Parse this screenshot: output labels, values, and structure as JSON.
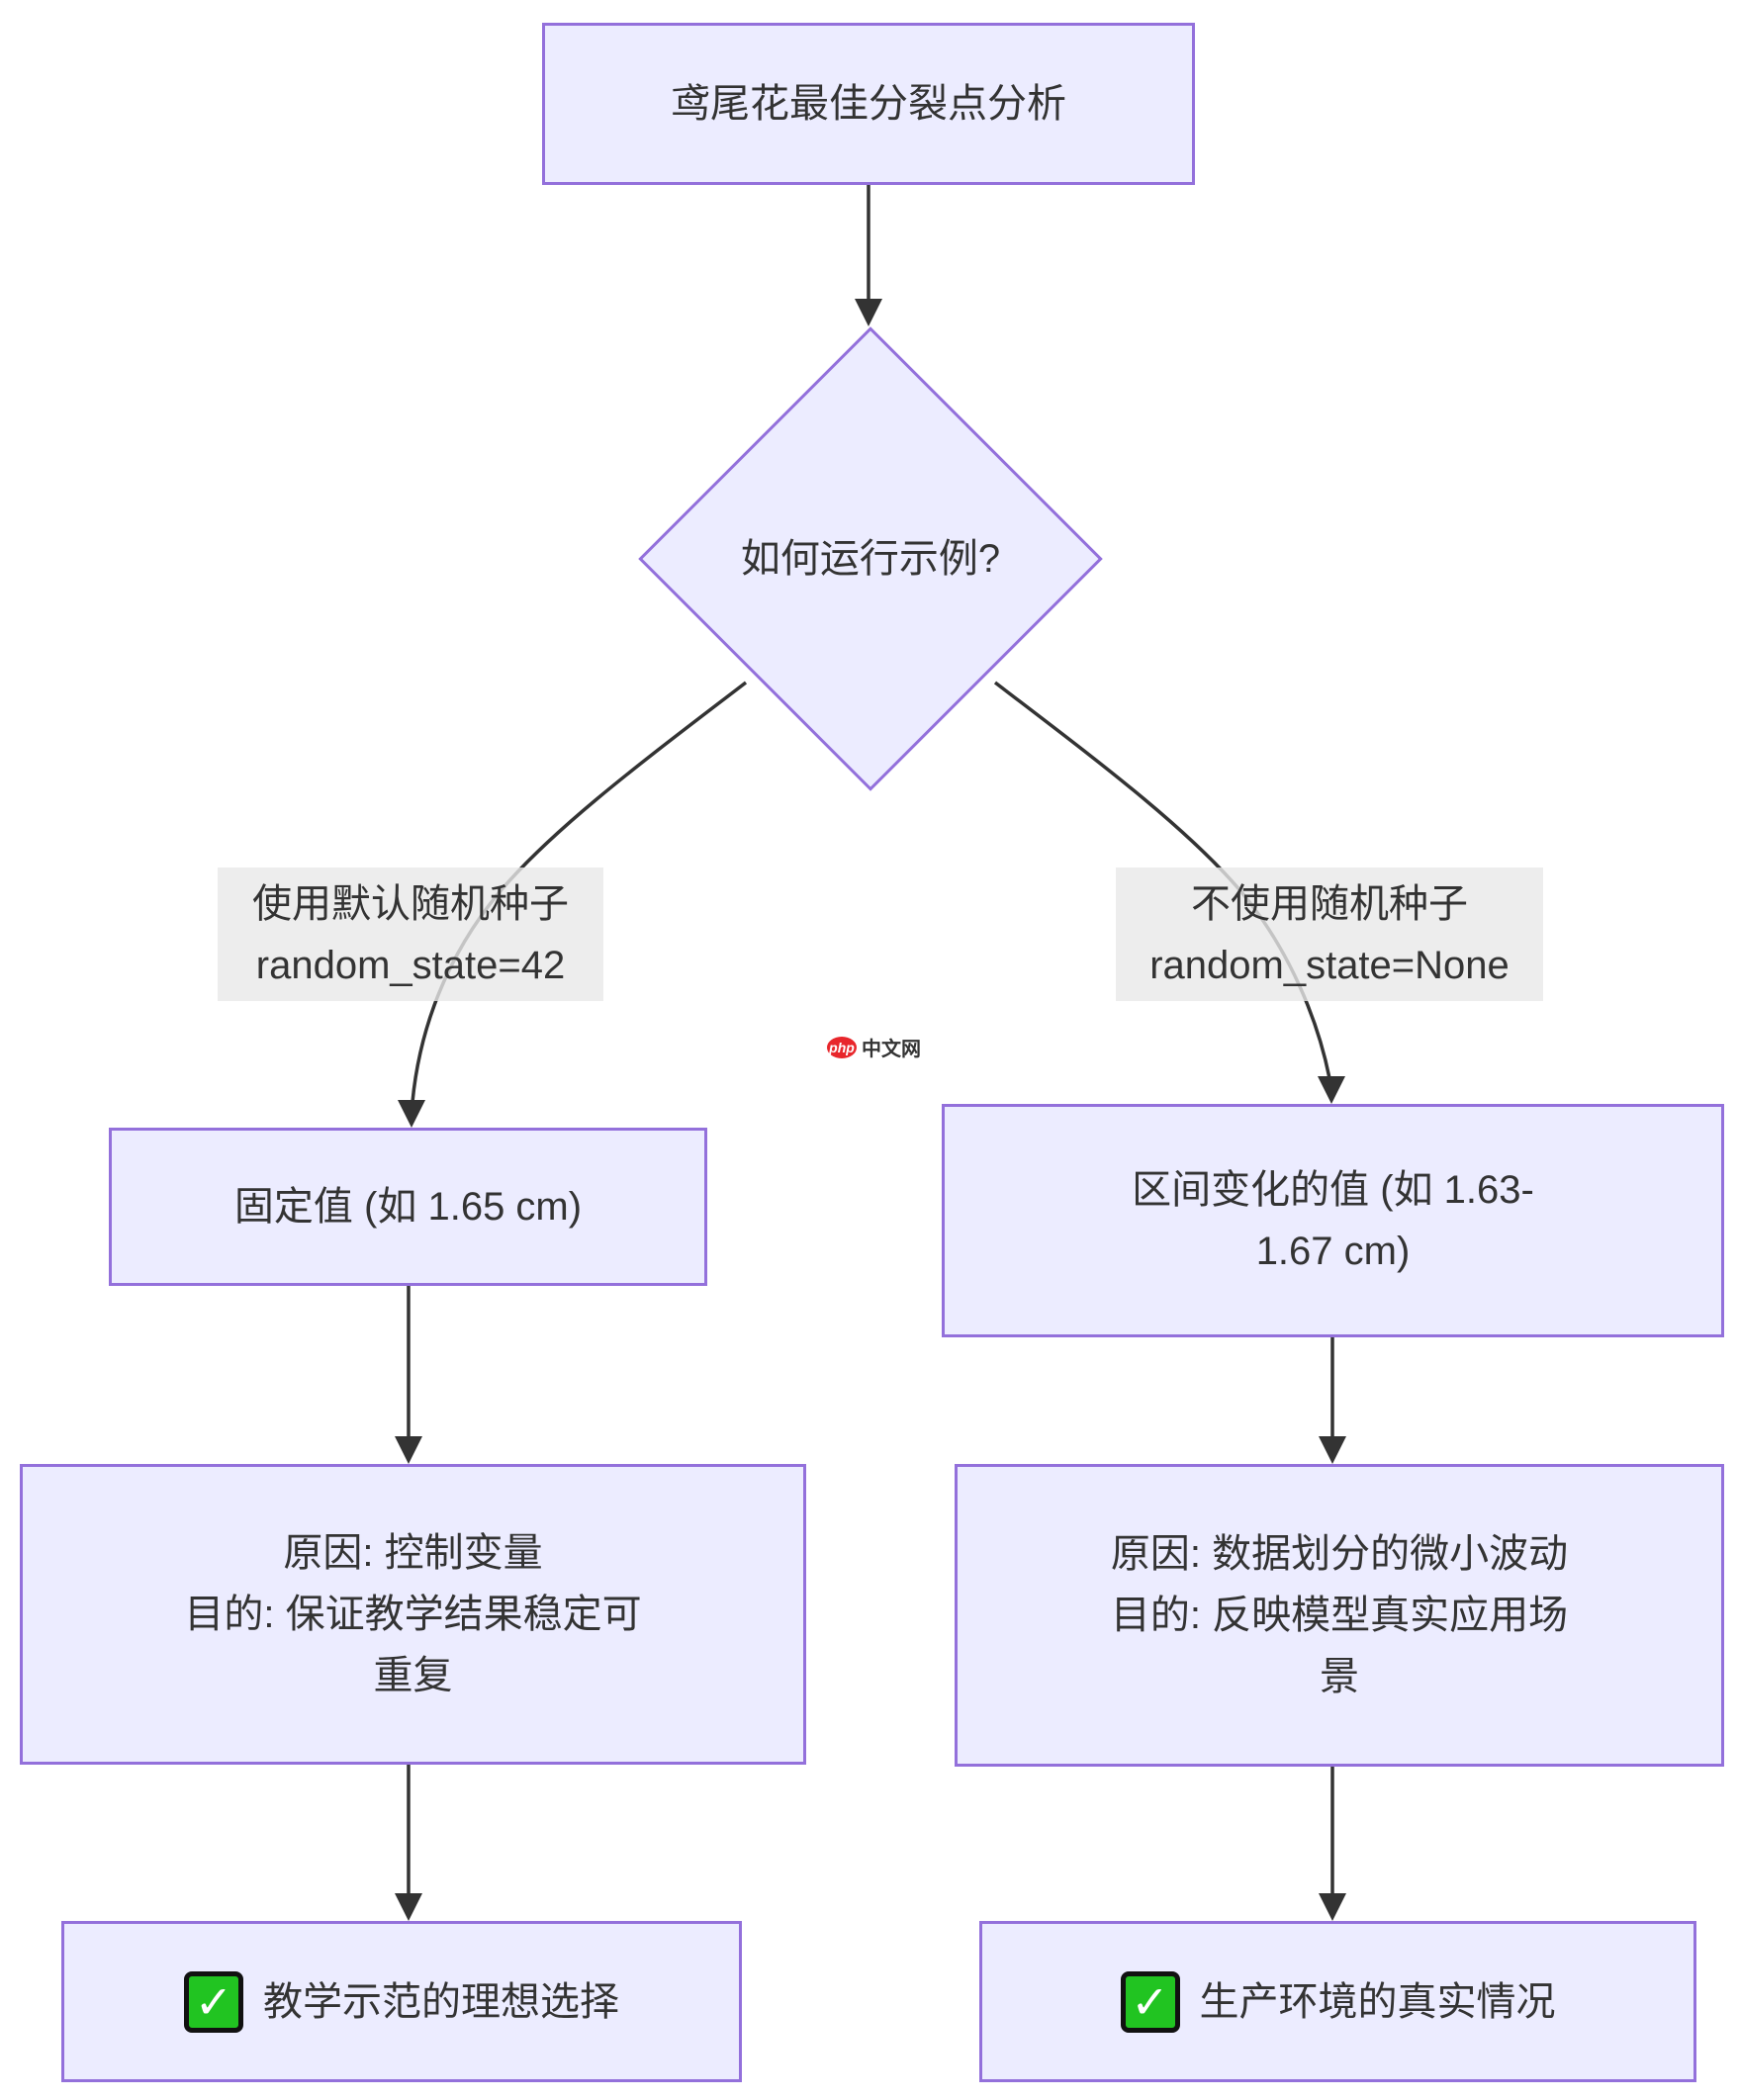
{
  "colors": {
    "node_fill": "#ECECFF",
    "node_border": "#9370DB",
    "edge_line": "#333333",
    "edge_label_bg": "#e8e8e8",
    "text": "#333333",
    "check_green": "#21c421",
    "watermark_red": "#e8262b"
  },
  "nodes": {
    "title": {
      "label": "鸢尾花最佳分裂点分析"
    },
    "decision": {
      "label": "如何运行示例?"
    },
    "left_value": {
      "lines": [
        "固定值 (如 1.65 cm)"
      ]
    },
    "right_value": {
      "lines": [
        "区间变化的值 (如 1.63-",
        "1.67 cm)"
      ]
    },
    "left_reason": {
      "lines": [
        "原因: 控制变量",
        "目的: 保证教学结果稳定可",
        "重复"
      ]
    },
    "right_reason": {
      "lines": [
        "原因: 数据划分的微小波动",
        "目的: 反映模型真实应用场",
        "景"
      ]
    },
    "left_result": {
      "check_icon": "✓",
      "label": "教学示范的理想选择"
    },
    "right_result": {
      "check_icon": "✓",
      "label": "生产环境的真实情况"
    }
  },
  "edge_labels": {
    "left": {
      "lines": [
        "使用默认随机种子",
        "random_state=42"
      ]
    },
    "right": {
      "lines": [
        "不使用随机种子",
        "random_state=None"
      ]
    }
  },
  "watermark": {
    "badge": "php",
    "text": "中文网"
  }
}
